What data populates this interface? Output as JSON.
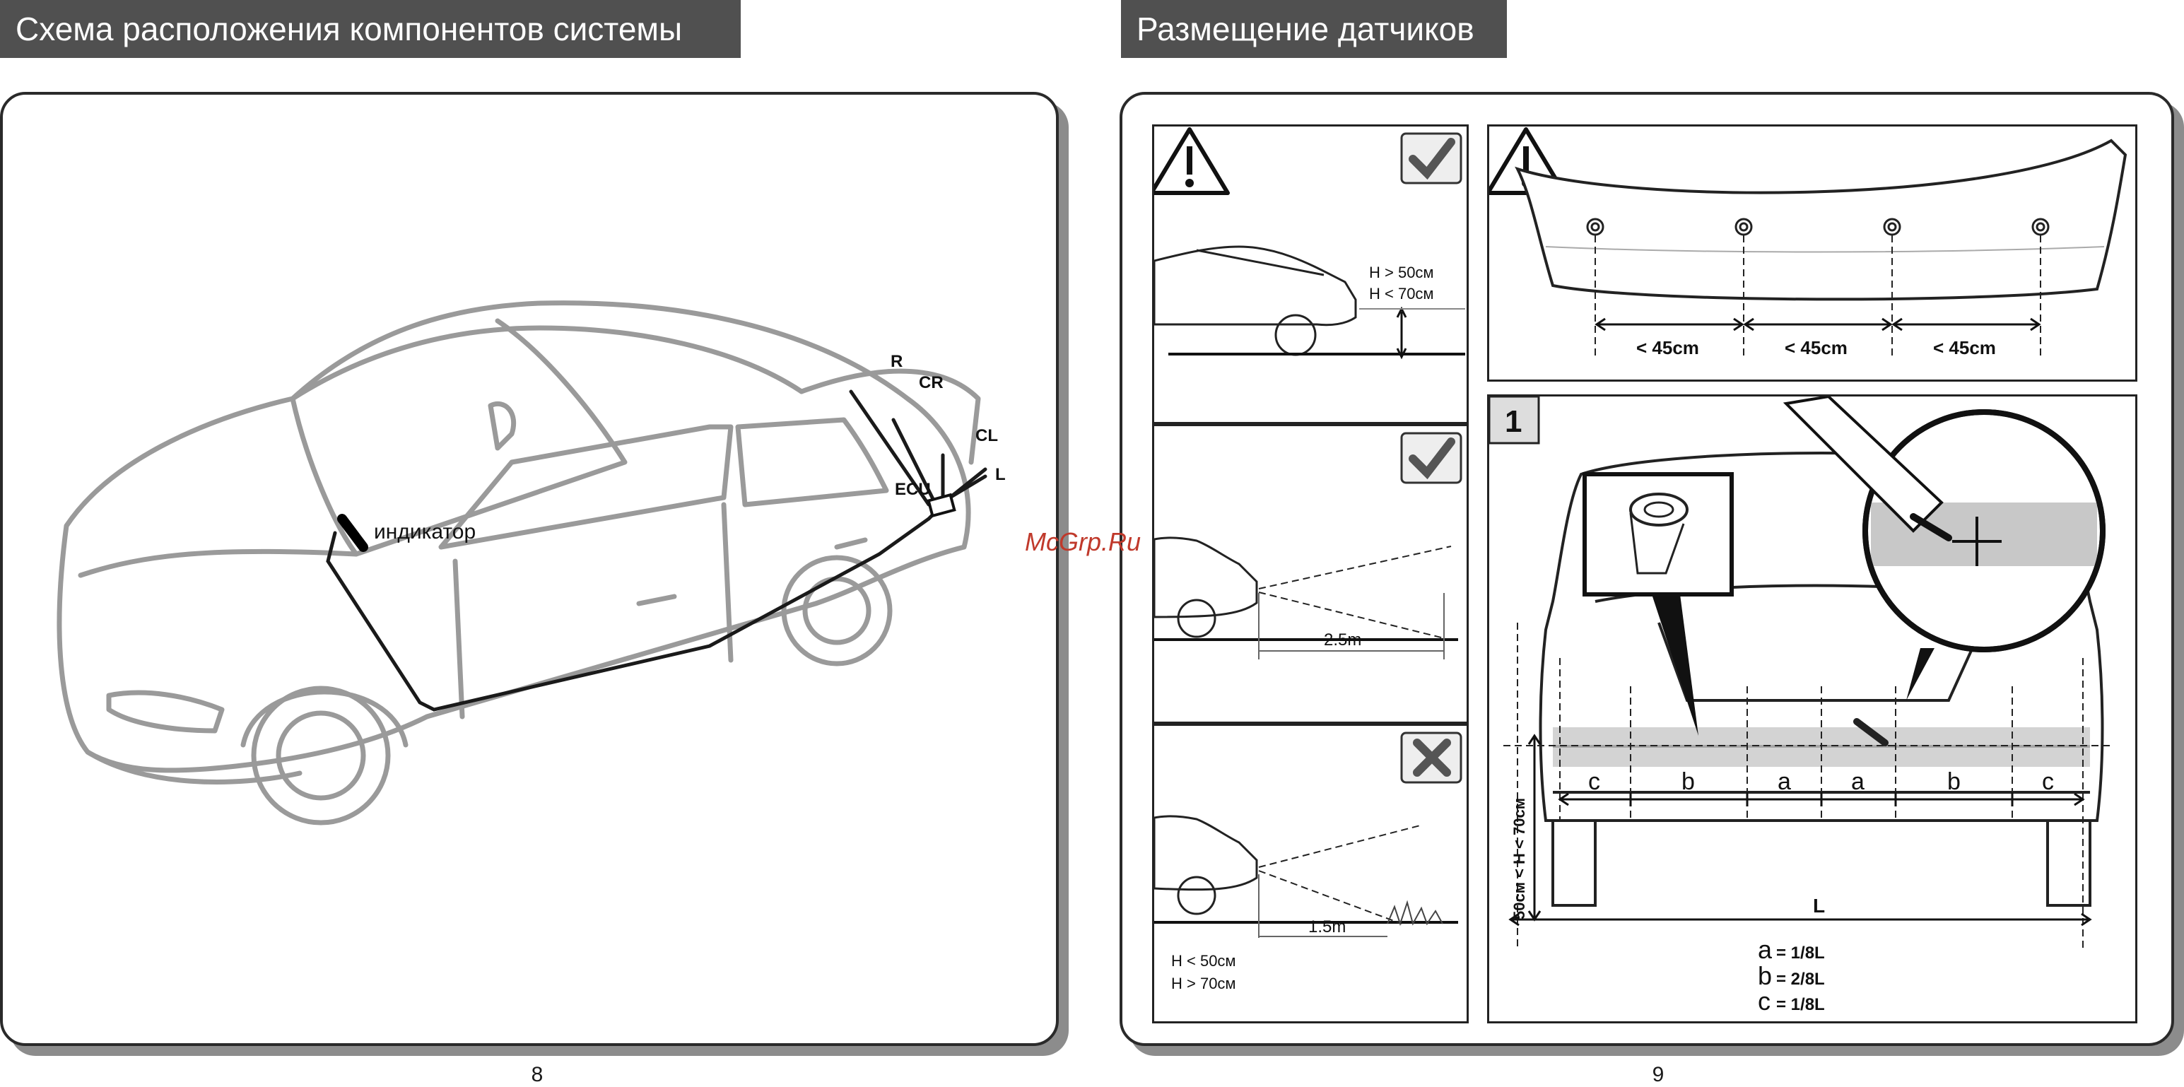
{
  "left_page": {
    "header": "Схема расположения компонентов системы",
    "page_number": "8",
    "labels": {
      "indicator": "индикатор",
      "ecu": "ECU",
      "r": "R",
      "cr": "CR",
      "cl": "CL",
      "l": "L"
    }
  },
  "right_page": {
    "header": "Размещение датчиков",
    "page_number": "9",
    "height_ok": {
      "line1": "H > 50см",
      "line2": "H < 70см"
    },
    "dist_ok": "2.5m",
    "dist_bad": "1.5m",
    "height_bad": {
      "line1": "H < 50см",
      "line2": "H > 70см"
    },
    "spacing": [
      "< 45cm",
      "< 45cm",
      "< 45cm"
    ],
    "step_number": "1",
    "segments": [
      "c",
      "b",
      "a",
      "a",
      "b",
      "c"
    ],
    "vertical_label": "50см < H < 70см",
    "length_label": "L",
    "legend": [
      {
        "letter": "a",
        "value": "= 1/8L"
      },
      {
        "letter": "b",
        "value": "= 2/8L"
      },
      {
        "letter": "c",
        "value": "= 1/8L"
      }
    ]
  },
  "watermark": "McGrp.Ru",
  "colors": {
    "header_bg": "#505050",
    "panel_shadow": "#8c8c8c",
    "car_outline": "#9a9a9a",
    "watermark": "#c0392b"
  },
  "icons": [
    "warning-icon",
    "check-icon",
    "cross-icon"
  ]
}
